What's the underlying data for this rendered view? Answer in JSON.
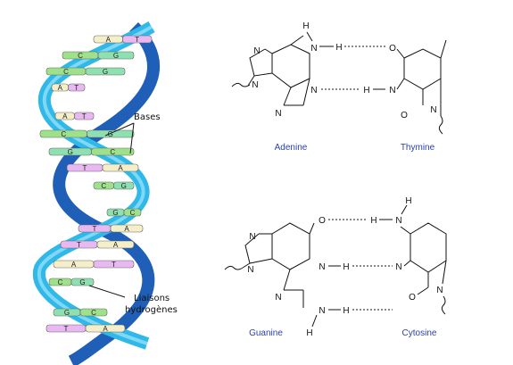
{
  "helix": {
    "labels": {
      "bases": "Bases",
      "liaisons_line1": "Liaisons",
      "liaisons_line2": "hydrogènes"
    },
    "base_letters": [
      "A",
      "T",
      "C",
      "G",
      "C",
      "G",
      "A",
      "T",
      "A",
      "T",
      "C",
      "G",
      "G",
      "C",
      "T",
      "A",
      "C",
      "G",
      "G",
      "C",
      "T",
      "A",
      "T",
      "A",
      "A",
      "T",
      "C",
      "G",
      "G",
      "C",
      "T",
      "A"
    ]
  },
  "pairs": {
    "adenine": "Adenine",
    "thymine": "Thymine",
    "guanine": "Guanine",
    "cytosine": "Cytosine"
  },
  "atoms": {
    "H": "H",
    "N": "N",
    "O": "O"
  },
  "colors": {
    "backbone": "#2fb8e8",
    "backbone_dark": "#1f5fb8",
    "A": "#f4efc8",
    "T": "#e8b8f0",
    "C": "#9fe08a",
    "G": "#8fe0b0",
    "label": "#2a3fb0"
  }
}
